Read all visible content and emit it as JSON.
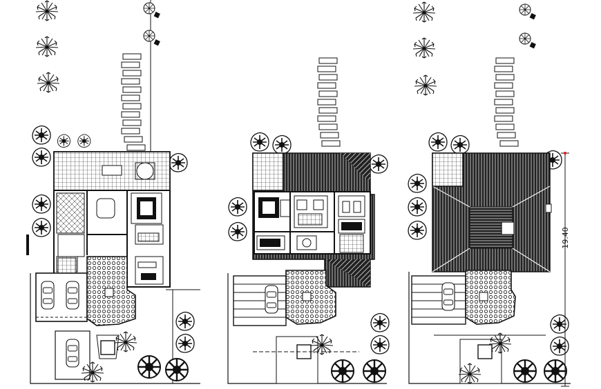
{
  "drawing": {
    "dimension_label": "19.40",
    "views": [
      {
        "id": "ground-floor-plan"
      },
      {
        "id": "first-floor-plan"
      },
      {
        "id": "roof-plan"
      }
    ],
    "colors": {
      "line": "#111111",
      "background": "#ffffff",
      "roof_fill": "#1e1e1e",
      "accent_point": "#e01818"
    }
  }
}
